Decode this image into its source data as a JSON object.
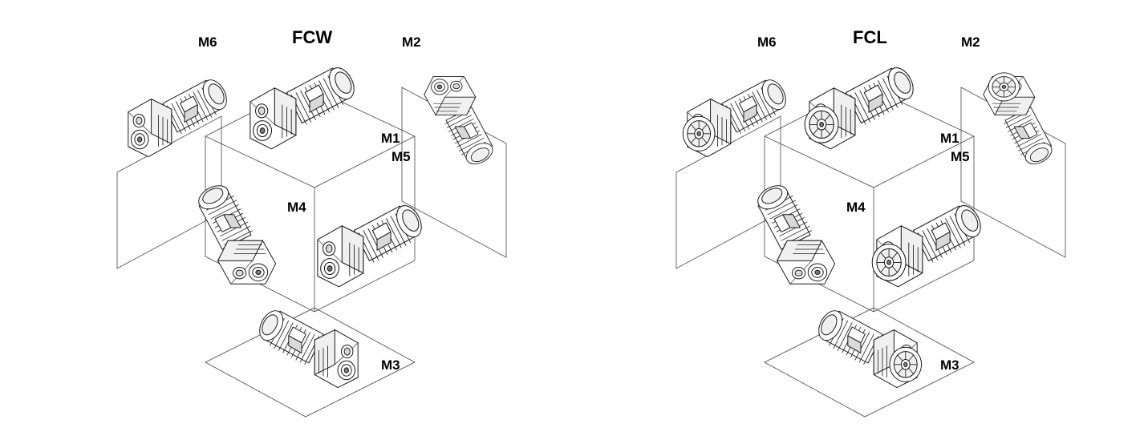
{
  "diagrams": [
    {
      "title": "FCW",
      "labels": {
        "m1": "M1",
        "m2": "M2",
        "m3": "M3",
        "m4": "M4",
        "m5": "M5",
        "m6": "M6"
      }
    },
    {
      "title": "FCL",
      "labels": {
        "m1": "M1",
        "m2": "M2",
        "m3": "M3",
        "m4": "M4",
        "m5": "M5",
        "m6": "M6"
      }
    }
  ]
}
